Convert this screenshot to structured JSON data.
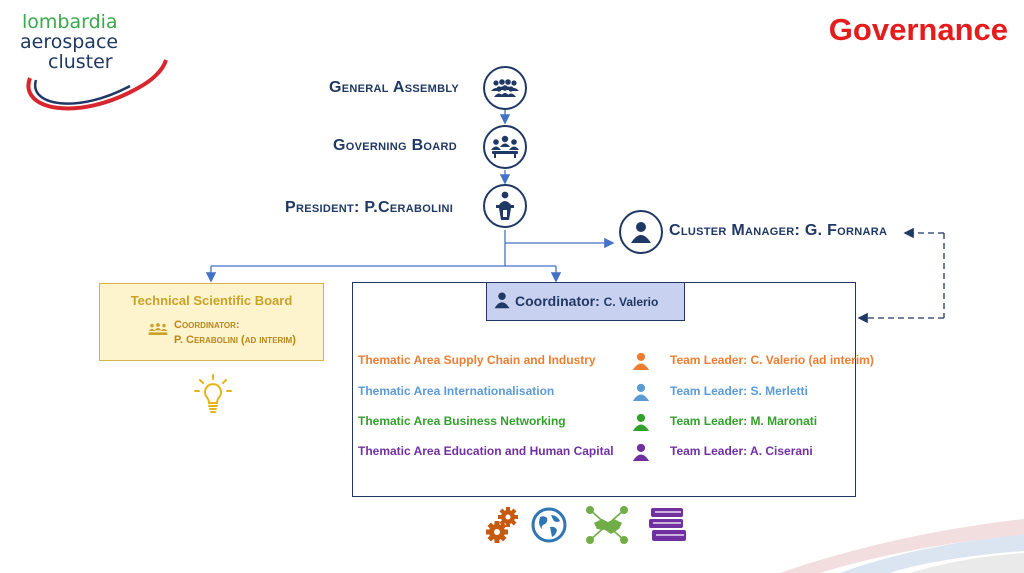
{
  "logo": {
    "line1": "lombardia",
    "line2": "aerospace",
    "line3": "cluster",
    "icon": "swoosh-logo"
  },
  "title": "Governance",
  "nodes": {
    "general_assembly": {
      "label": "General Assembly",
      "icon": "people-group-icon"
    },
    "governing_board": {
      "label": "Governing Board",
      "icon": "board-meeting-icon"
    },
    "president": {
      "label": "President: P.Cerabolini",
      "icon": "podium-speaker-icon"
    },
    "cluster_manager": {
      "label": "Cluster Manager: G. Fornara",
      "icon": "user-icon"
    }
  },
  "technical_board": {
    "title": "Technical Scientific Board",
    "coordinator_line1": "Coordinator:",
    "coordinator_line2": "P. Cerabolini (ad interim)",
    "icon": "lightbulb-icon",
    "color": "#c9a227"
  },
  "coordinator": {
    "prefix": "Coordinator:",
    "name": "C. Valerio",
    "icon": "user-icon"
  },
  "thematic_areas": [
    {
      "area": "Thematic Area Supply Chain and Industry",
      "leader": "Team Leader: C. Valerio (ad interim)",
      "color": "#ed7d31",
      "icon": "gears-icon"
    },
    {
      "area": "Thematic Area Internationalisation",
      "leader": "Team Leader: S. Merletti",
      "color": "#5b9bd5",
      "icon": "globe-icon"
    },
    {
      "area": "Thematic Area Business Networking",
      "leader": "Team Leader: M. Maronati",
      "color": "#33a02c",
      "icon": "handshake-network-icon"
    },
    {
      "area": "Thematic Area Education and Human Capital",
      "leader": "Team Leader: A. Ciserani",
      "color": "#7030a0",
      "icon": "books-icon"
    }
  ],
  "colors": {
    "navy": "#1f3864",
    "title_red": "#e41c1c",
    "connector": "#4472c4"
  }
}
